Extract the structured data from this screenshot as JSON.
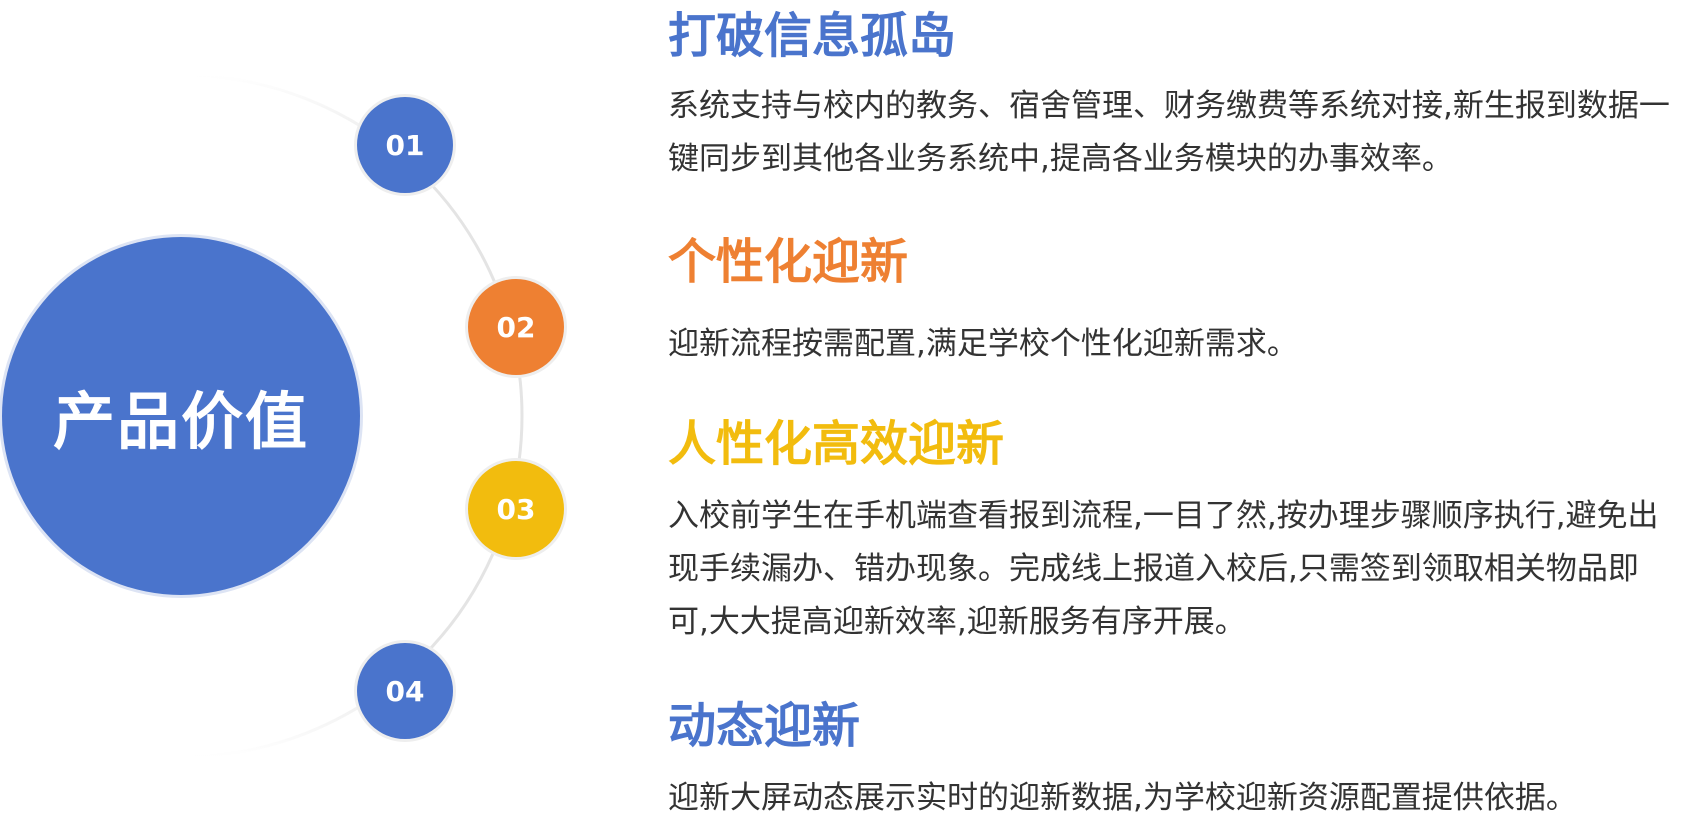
{
  "center": {
    "label": "产品价值"
  },
  "colors": {
    "blue": "#4A74CC",
    "orange": "#EE8032",
    "yellow": "#F2BC0E",
    "text": "#333333",
    "arc": "#e4e4e4"
  },
  "items": [
    {
      "number": "01",
      "title": "打破信息孤岛",
      "color": "#4A74CC",
      "desc": "系统支持与校内的教务、宿舍管理、财务缴费等系统对接,新生报到数据一键同步到其他各业务系统中,提高各业务模块的办事效率。"
    },
    {
      "number": "02",
      "title": "个性化迎新",
      "color": "#EE8032",
      "desc": "迎新流程按需配置,满足学校个性化迎新需求。"
    },
    {
      "number": "03",
      "title": "人性化高效迎新",
      "color": "#F2BC0E",
      "desc": "入校前学生在手机端查看报到流程,一目了然,按办理步骤顺序执行,避免出现手续漏办、错办现象。完成线上报道入校后,只需签到领取相关物品即可,大大提高迎新效率,迎新服务有序开展。"
    },
    {
      "number": "04",
      "title": "动态迎新",
      "color": "#4A74CC",
      "desc": "迎新大屏动态展示实时的迎新数据,为学校迎新资源配置提供依据。"
    }
  ]
}
